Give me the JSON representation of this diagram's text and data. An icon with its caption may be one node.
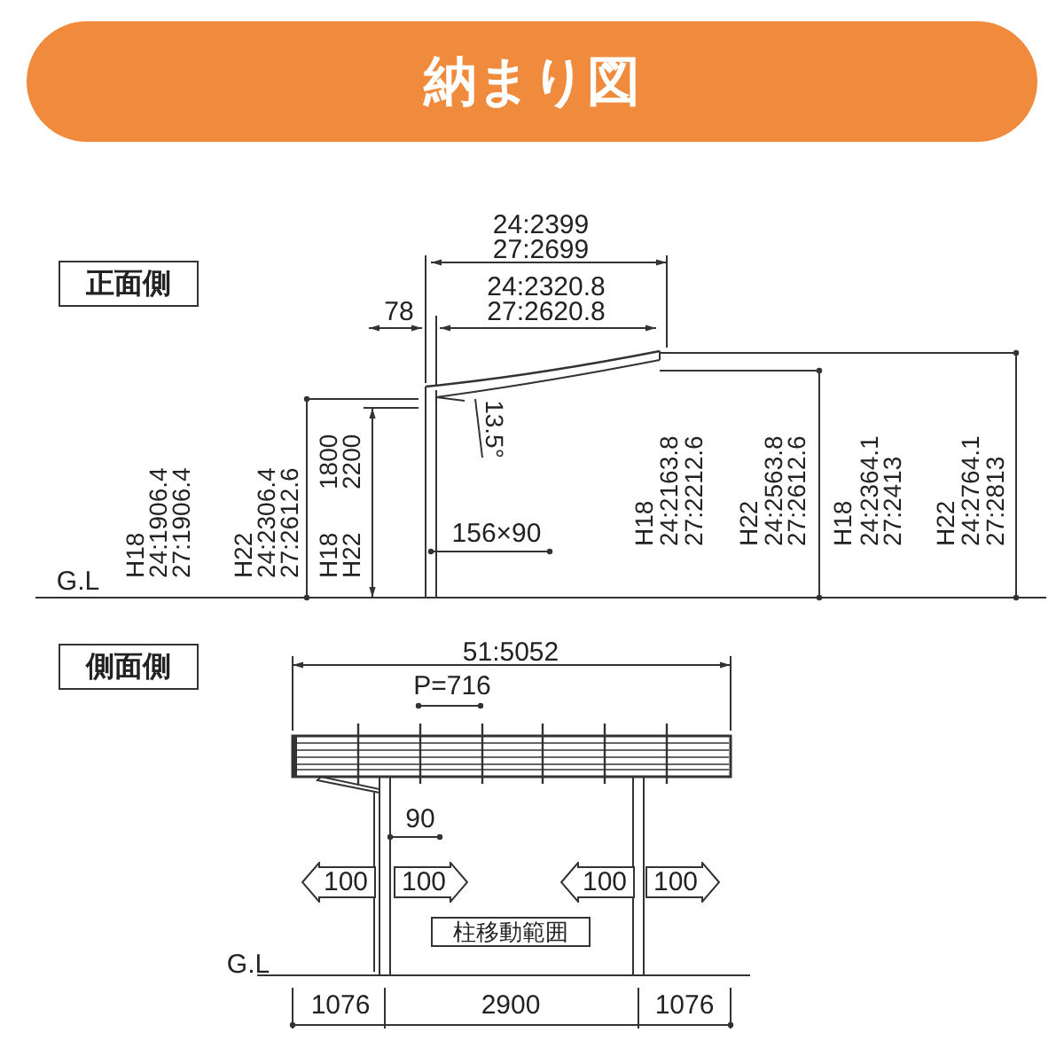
{
  "diagram": {
    "nodes": [
      {
        "text": [
          "納まり図"
        ]
      },
      {
        "text": [
          "正面側"
        ]
      },
      {
        "text": [
          "側面側"
        ]
      },
      {
        "text": [
          "100"
        ]
      },
      {
        "text": [
          "100"
        ]
      },
      {
        "text": [
          "100"
        ]
      },
      {
        "text": [
          "100"
        ]
      },
      {
        "text": [
          "柱移動範囲"
        ]
      }
    ],
    "labels": [
      "24:2399",
      "27:2699",
      "24:2320.8",
      "78",
      "27:2620.8",
      "13.5°",
      "H18",
      "24:1906.4",
      "27:1906.4",
      "H22",
      "24:2306.4",
      "27:2612.6",
      "H18",
      "1800",
      "H22",
      "2200",
      "156×90",
      "G.L",
      "H18",
      "24:2163.8",
      "27:2212.6",
      "H22",
      "24:2563.8",
      "27:2612.6",
      "H18",
      "24:2364.1",
      "27:2413",
      "H22",
      "24:2764.1",
      "27:2813",
      "51:5052",
      "P=716",
      "90",
      "G.L",
      "1076",
      "2900",
      "1076"
    ]
  }
}
